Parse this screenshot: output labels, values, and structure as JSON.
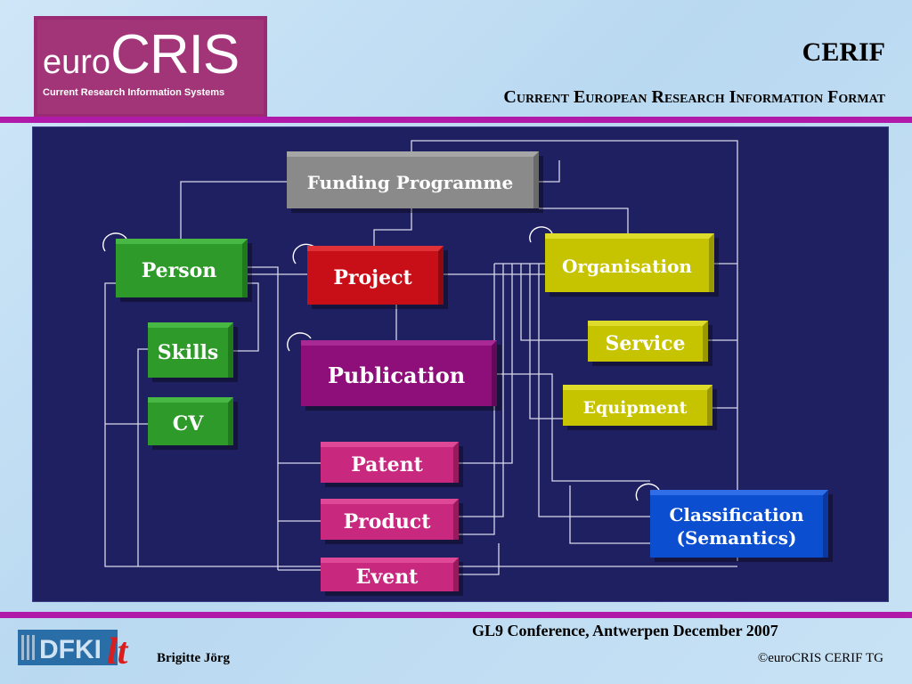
{
  "logo": {
    "euro": "euro",
    "cris": "CRIS",
    "tagline": "Current Research Information Systems"
  },
  "header": {
    "title": "CERIF",
    "subtitle": "Current European Research Information Format"
  },
  "colors": {
    "panel": "#1f2062",
    "rule": "#b11aa9",
    "green": "#2e9a2a",
    "red": "#c80f18",
    "purple": "#8e0f7a",
    "magenta": "#c8297e",
    "yellow": "#c6c400",
    "blue": "#0b4fd0",
    "gray": "#8a8a8a"
  },
  "entities": {
    "funding_programme": "Funding Programme",
    "person": "Person",
    "project": "Project",
    "organisation": "Organisation",
    "skills": "Skills",
    "publication": "Publication",
    "service": "Service",
    "equipment": "Equipment",
    "cv": "CV",
    "patent": "Patent",
    "product": "Product",
    "event": "Event",
    "classification_line1": "Classification",
    "classification_line2": "(Semantics)"
  },
  "footer": {
    "conference": "GL9 Conference, Antwerpen December 2007",
    "author": "Brigitte Jörg",
    "copyright": "©euroCRIS CERIF TG",
    "dfki_logo": "DFKI lt"
  }
}
